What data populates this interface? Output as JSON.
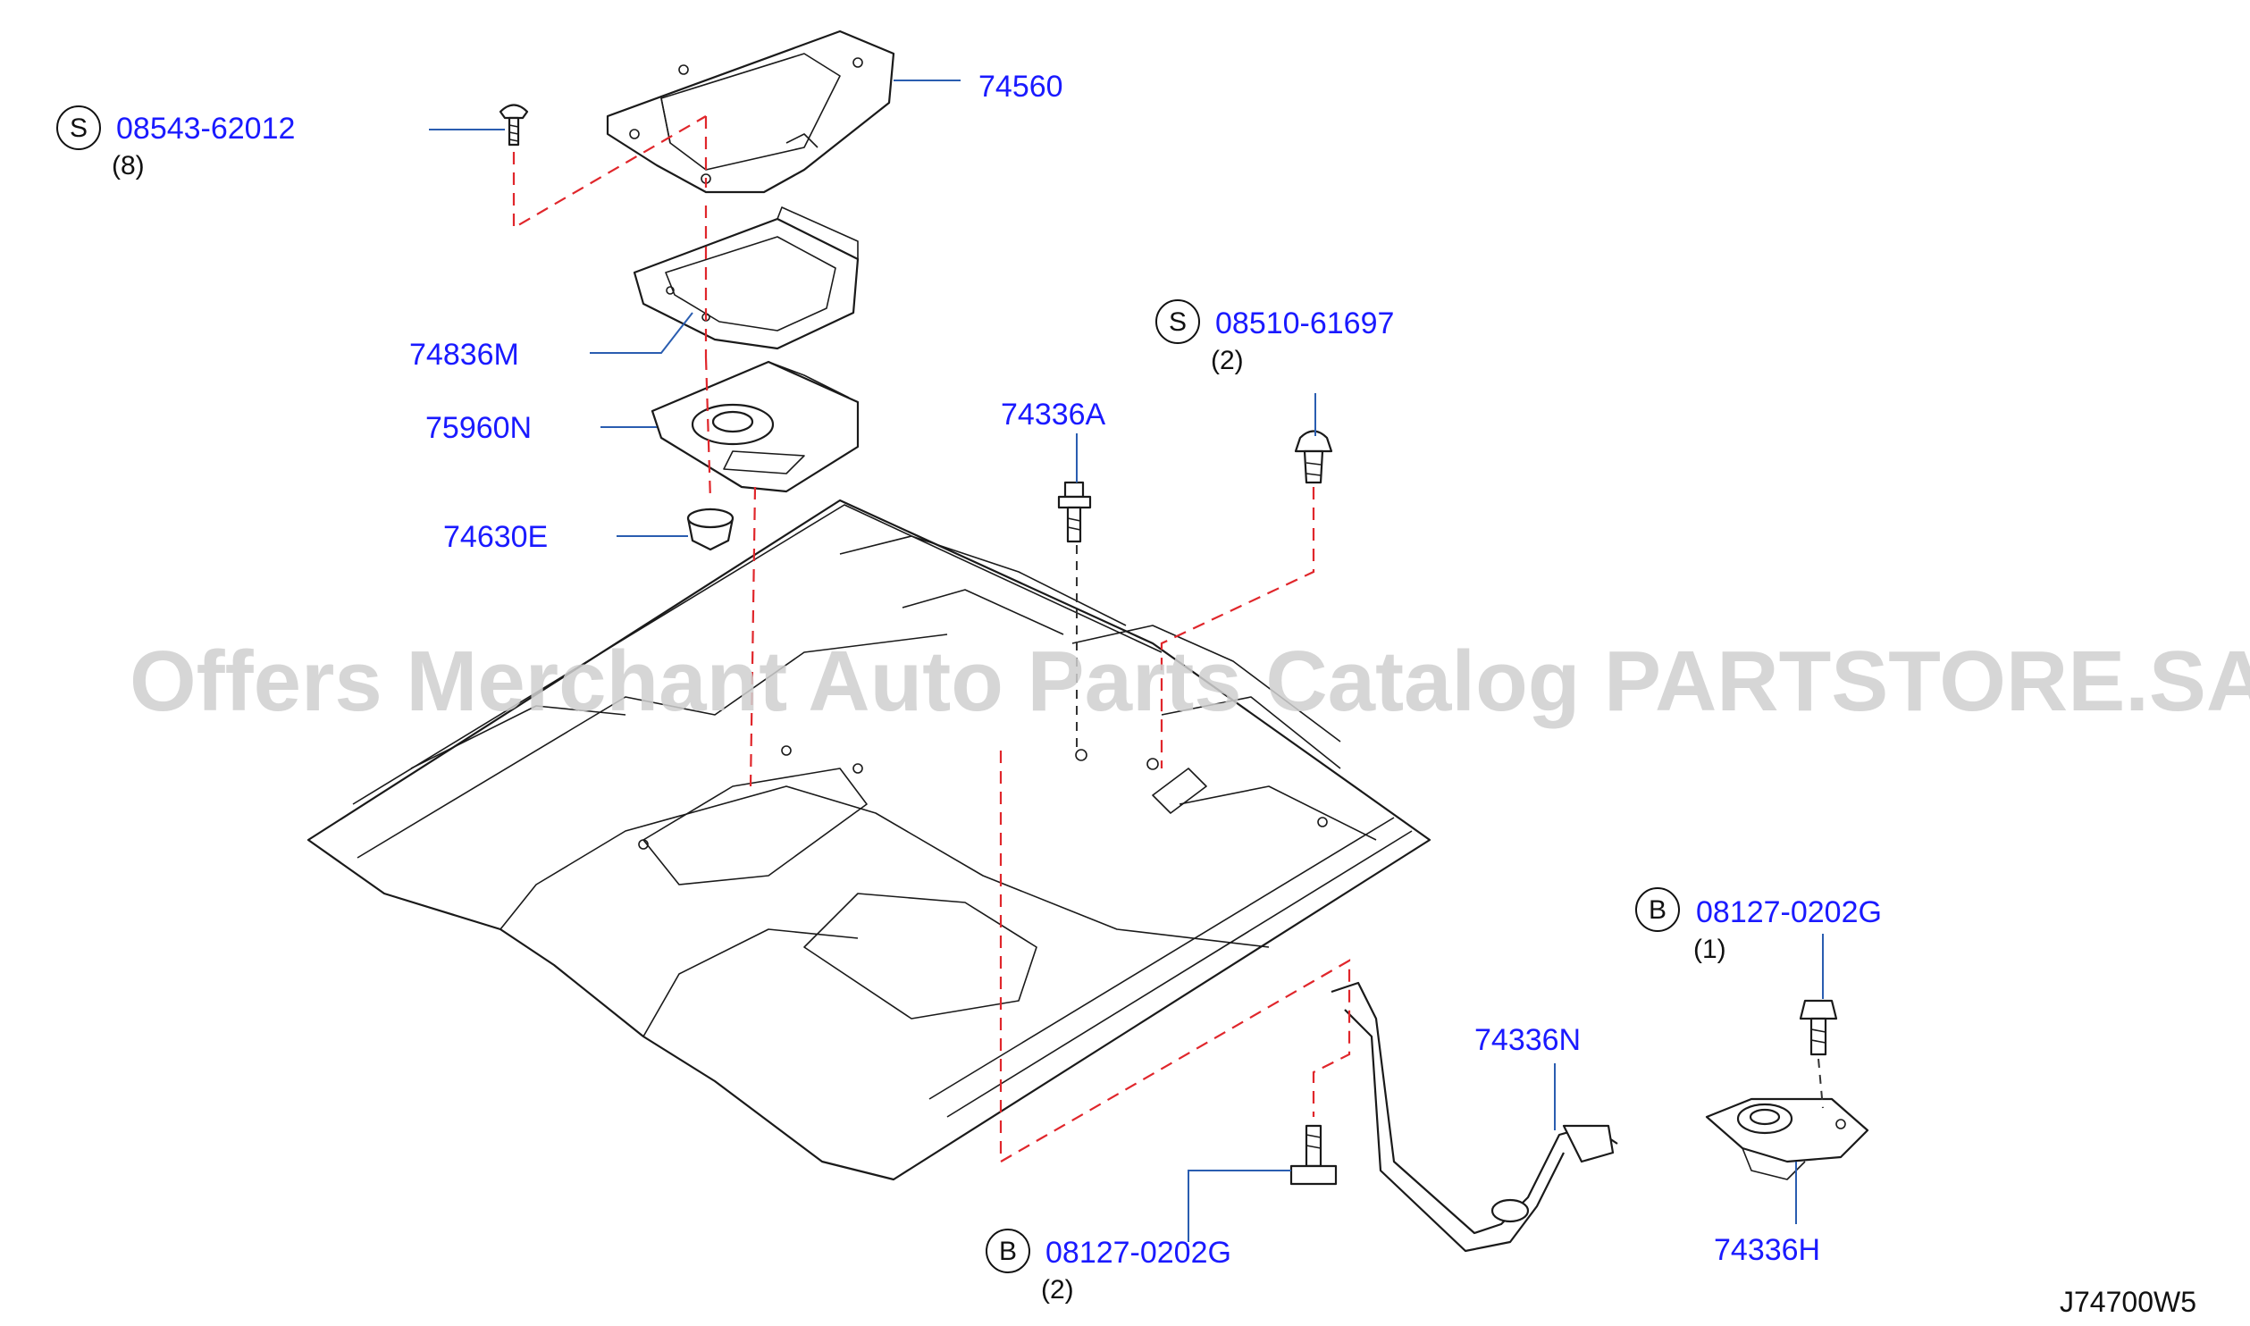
{
  "watermark": "Offers Merchant Auto Parts Catalog PARTSTORE.SA",
  "diagram_code": "J74700W5",
  "callouts": {
    "s_08543": {
      "prefix": "S",
      "part": "08543-62012",
      "qty": "(8)"
    },
    "p_74560": {
      "part": "74560"
    },
    "p_74836M": {
      "part": "74836M"
    },
    "p_75960N": {
      "part": "75960N"
    },
    "p_74630E": {
      "part": "74630E"
    },
    "p_74336A": {
      "part": "74336A"
    },
    "s_08510": {
      "prefix": "S",
      "part": "08510-61697",
      "qty": "(2)"
    },
    "b_08127_top": {
      "prefix": "B",
      "part": "08127-0202G",
      "qty": "(1)"
    },
    "p_74336N": {
      "part": "74336N"
    },
    "b_08127_bottom": {
      "prefix": "B",
      "part": "08127-0202G",
      "qty": "(2)"
    },
    "p_74336H": {
      "part": "74336H"
    }
  },
  "colors": {
    "part_number": "#1a1aff",
    "leader_line": "#2a5db0",
    "alignment_line": "#e0262b",
    "watermark": "#cfcfcf"
  }
}
